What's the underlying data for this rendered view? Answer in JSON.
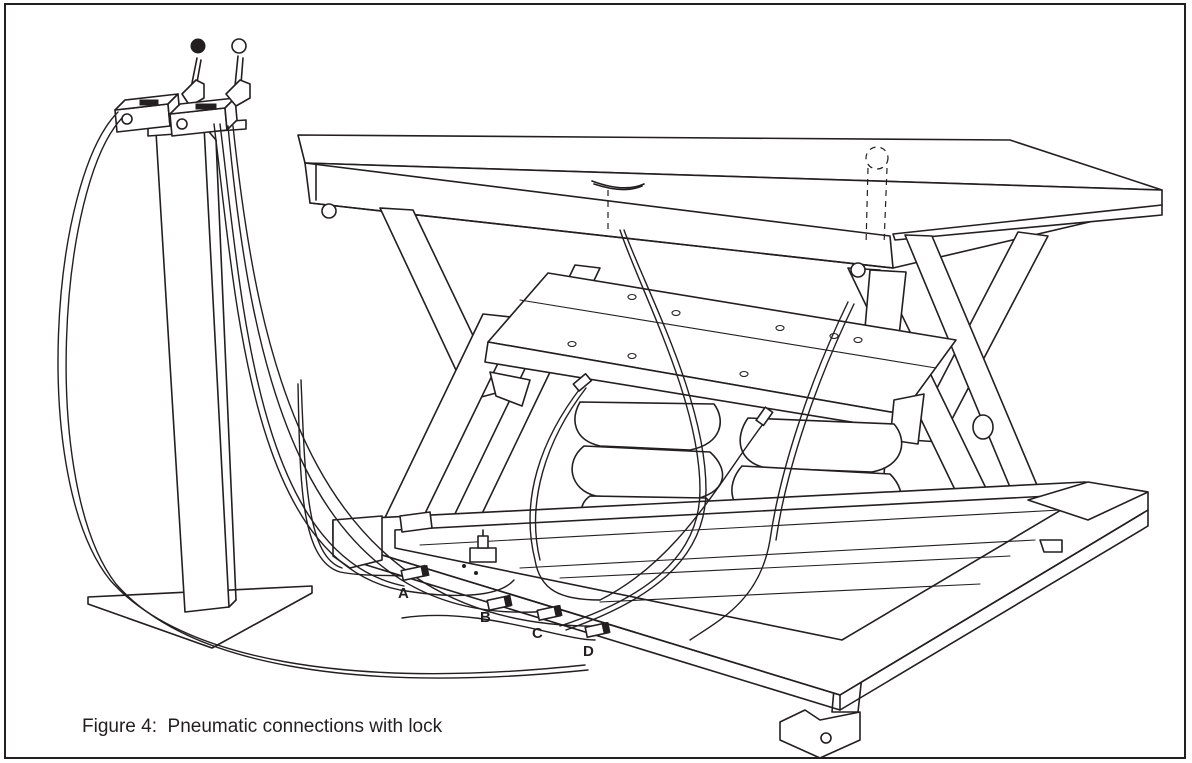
{
  "figure": {
    "caption": "Figure 4:  Pneumatic connections with lock",
    "connection_labels": [
      "A",
      "B",
      "C",
      "D"
    ]
  }
}
